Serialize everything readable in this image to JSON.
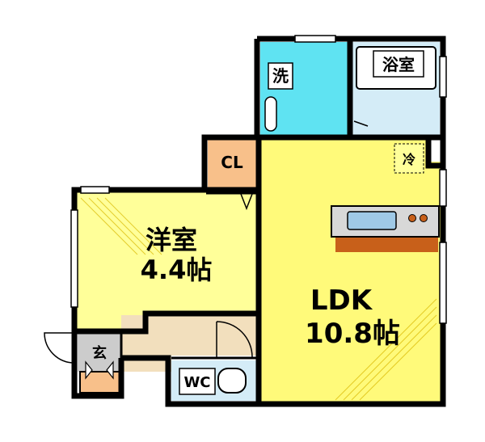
{
  "rooms": {
    "western": {
      "name": "洋室",
      "size": "4.4帖"
    },
    "ldk": {
      "name": "LDK",
      "size": "10.8帖"
    },
    "bath": {
      "name": "浴室"
    },
    "wash": {
      "name": "洗"
    },
    "closet": {
      "name": "CL"
    },
    "fridge": {
      "name": "冷"
    },
    "entrance": {
      "name": "玄"
    },
    "toilet": {
      "name": "WC"
    }
  },
  "colors": {
    "ldk": "#fffa7a",
    "western": "#ffff99",
    "bath": "#d4ecf7",
    "wash": "#5fe3f2",
    "closet": "#f8c08a",
    "hallway": "#f2dfbd",
    "wall": "#000000",
    "kitchen_counter": "#c8601a",
    "sink": "#9fc9e6"
  }
}
